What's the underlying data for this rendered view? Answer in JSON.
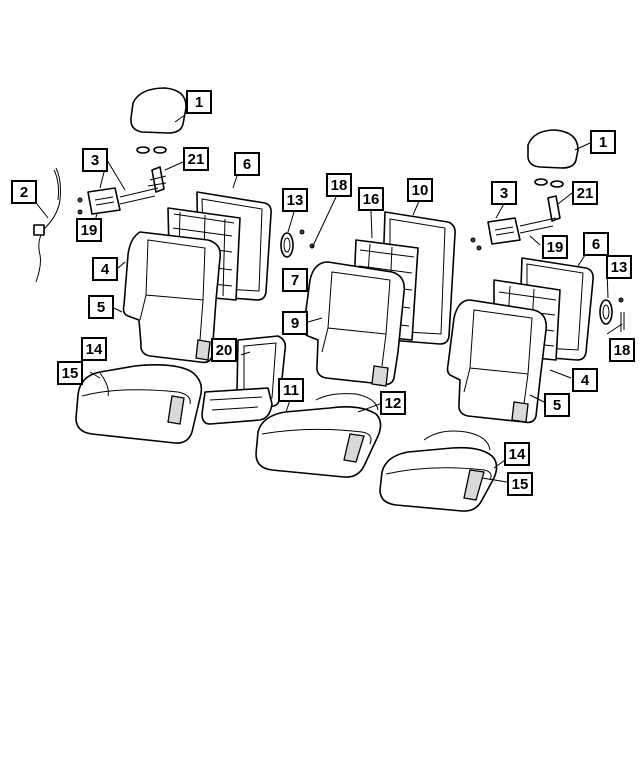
{
  "callouts": [
    {
      "id": "c1a",
      "label": "1"
    },
    {
      "id": "c1b",
      "label": "1"
    },
    {
      "id": "c2",
      "label": "2"
    },
    {
      "id": "c3a",
      "label": "3"
    },
    {
      "id": "c3b",
      "label": "3"
    },
    {
      "id": "c4a",
      "label": "4"
    },
    {
      "id": "c4b",
      "label": "4"
    },
    {
      "id": "c5a",
      "label": "5"
    },
    {
      "id": "c5b",
      "label": "5"
    },
    {
      "id": "c6a",
      "label": "6"
    },
    {
      "id": "c6b",
      "label": "6"
    },
    {
      "id": "c7",
      "label": "7"
    },
    {
      "id": "c9",
      "label": "9"
    },
    {
      "id": "c10",
      "label": "10"
    },
    {
      "id": "c11",
      "label": "11"
    },
    {
      "id": "c12",
      "label": "12"
    },
    {
      "id": "c13a",
      "label": "13"
    },
    {
      "id": "c13b",
      "label": "13"
    },
    {
      "id": "c14a",
      "label": "14"
    },
    {
      "id": "c14b",
      "label": "14"
    },
    {
      "id": "c15a",
      "label": "15"
    },
    {
      "id": "c15b",
      "label": "15"
    },
    {
      "id": "c16",
      "label": "16"
    },
    {
      "id": "c18a",
      "label": "18"
    },
    {
      "id": "c18b",
      "label": "18"
    },
    {
      "id": "c19a",
      "label": "19"
    },
    {
      "id": "c19b",
      "label": "19"
    },
    {
      "id": "c20",
      "label": "20"
    },
    {
      "id": "c21a",
      "label": "21"
    },
    {
      "id": "c21b",
      "label": "21"
    }
  ]
}
